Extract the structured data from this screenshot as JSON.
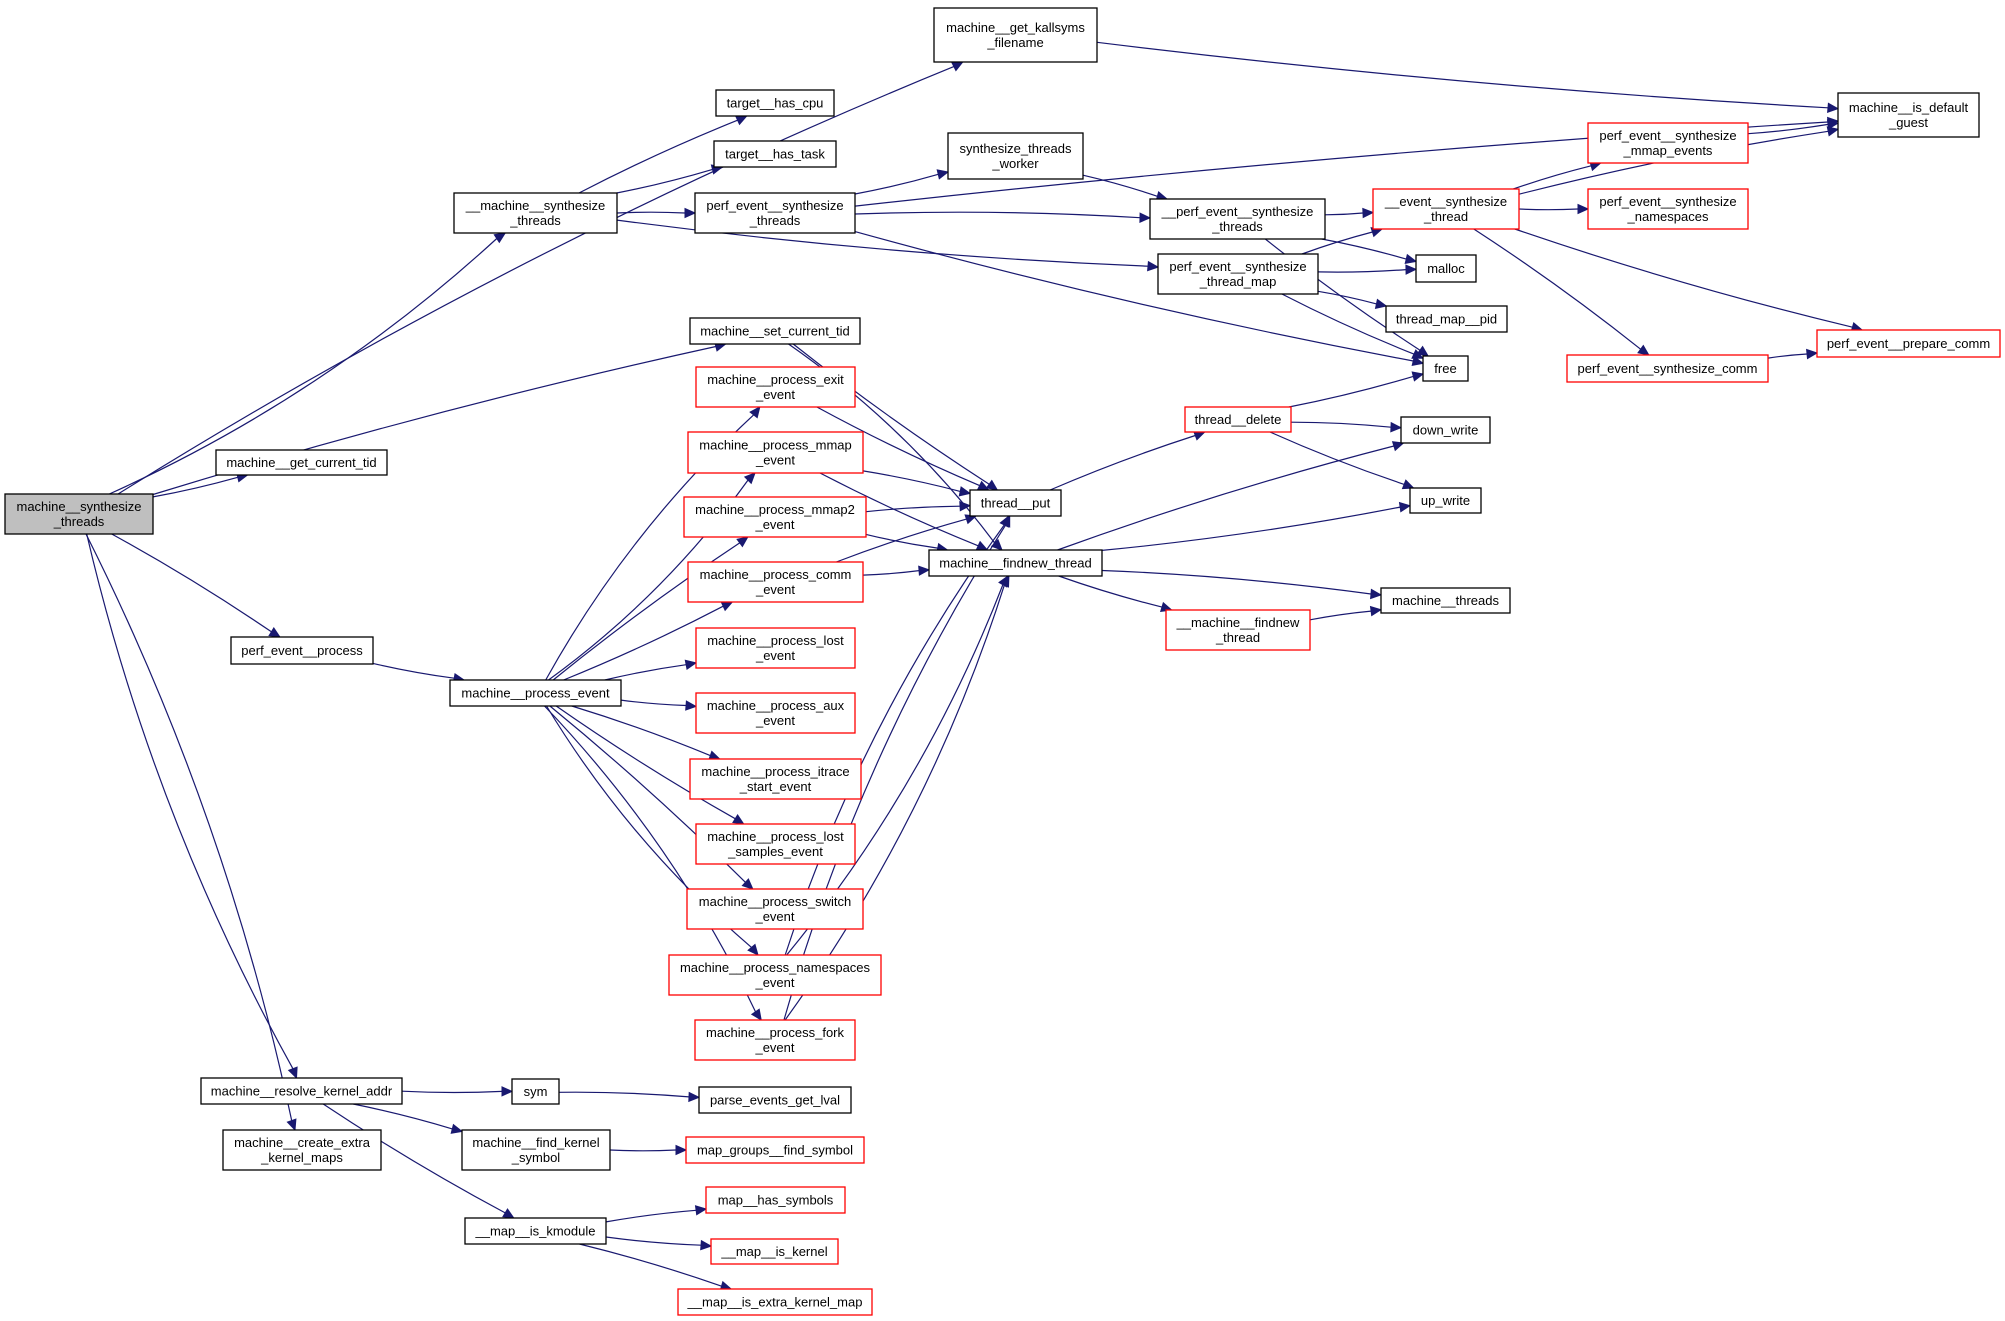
{
  "diagram": {
    "title": "machine__synthesize_threads call graph",
    "colors": {
      "edge": "#191970",
      "root_fill": "#bfbfbf",
      "normal_border": "#000000",
      "truncated_border": "#ff0000",
      "node_fill": "#ffffff"
    },
    "nodes": [
      {
        "id": "machine__synthesize_threads",
        "lines": [
          "machine__synthesize",
          "_threads"
        ],
        "kind": "root"
      },
      {
        "id": "machine__get_kallsyms_filename",
        "lines": [
          "machine__get_kallsyms",
          "_filename"
        ],
        "kind": "normal"
      },
      {
        "id": "target__has_cpu",
        "lines": [
          "target__has_cpu"
        ],
        "kind": "normal"
      },
      {
        "id": "target__has_task",
        "lines": [
          "target__has_task"
        ],
        "kind": "normal"
      },
      {
        "id": "__machine__synthesize_threads",
        "lines": [
          "__machine__synthesize",
          "_threads"
        ],
        "kind": "normal"
      },
      {
        "id": "perf_event__synthesize_threads",
        "lines": [
          "perf_event__synthesize",
          "_threads"
        ],
        "kind": "normal"
      },
      {
        "id": "synthesize_threads_worker",
        "lines": [
          "synthesize_threads",
          "_worker"
        ],
        "kind": "normal"
      },
      {
        "id": "__perf_event__synthesize_threads",
        "lines": [
          "__perf_event__synthesize",
          "_threads"
        ],
        "kind": "normal"
      },
      {
        "id": "perf_event__synthesize_thread_map",
        "lines": [
          "perf_event__synthesize",
          "_thread_map"
        ],
        "kind": "normal"
      },
      {
        "id": "__event__synthesize_thread",
        "lines": [
          "__event__synthesize",
          "_thread"
        ],
        "kind": "truncated"
      },
      {
        "id": "perf_event__synthesize_mmap_events",
        "lines": [
          "perf_event__synthesize",
          "_mmap_events"
        ],
        "kind": "truncated"
      },
      {
        "id": "perf_event__synthesize_namespaces",
        "lines": [
          "perf_event__synthesize",
          "_namespaces"
        ],
        "kind": "truncated"
      },
      {
        "id": "machine__is_default_guest",
        "lines": [
          "machine__is_default",
          "_guest"
        ],
        "kind": "normal"
      },
      {
        "id": "malloc",
        "lines": [
          "malloc"
        ],
        "kind": "normal"
      },
      {
        "id": "thread_map__pid",
        "lines": [
          "thread_map__pid"
        ],
        "kind": "normal"
      },
      {
        "id": "free",
        "lines": [
          "free"
        ],
        "kind": "normal"
      },
      {
        "id": "perf_event__synthesize_comm",
        "lines": [
          "perf_event__synthesize_comm"
        ],
        "kind": "truncated"
      },
      {
        "id": "perf_event__prepare_comm",
        "lines": [
          "perf_event__prepare_comm"
        ],
        "kind": "truncated"
      },
      {
        "id": "machine__set_current_tid",
        "lines": [
          "machine__set_current_tid"
        ],
        "kind": "normal"
      },
      {
        "id": "machine__get_current_tid",
        "lines": [
          "machine__get_current_tid"
        ],
        "kind": "normal"
      },
      {
        "id": "machine__process_exit_event",
        "lines": [
          "machine__process_exit",
          "_event"
        ],
        "kind": "truncated"
      },
      {
        "id": "machine__process_mmap_event",
        "lines": [
          "machine__process_mmap",
          "_event"
        ],
        "kind": "truncated"
      },
      {
        "id": "machine__process_mmap2_event",
        "lines": [
          "machine__process_mmap2",
          "_event"
        ],
        "kind": "truncated"
      },
      {
        "id": "machine__process_comm_event",
        "lines": [
          "machine__process_comm",
          "_event"
        ],
        "kind": "truncated"
      },
      {
        "id": "machine__process_lost_event",
        "lines": [
          "machine__process_lost",
          "_event"
        ],
        "kind": "truncated"
      },
      {
        "id": "machine__process_aux_event",
        "lines": [
          "machine__process_aux",
          "_event"
        ],
        "kind": "truncated"
      },
      {
        "id": "machine__process_itrace_start_event",
        "lines": [
          "machine__process_itrace",
          "_start_event"
        ],
        "kind": "truncated"
      },
      {
        "id": "machine__process_lost_samples_event",
        "lines": [
          "machine__process_lost",
          "_samples_event"
        ],
        "kind": "truncated"
      },
      {
        "id": "machine__process_switch_event",
        "lines": [
          "machine__process_switch",
          "_event"
        ],
        "kind": "truncated"
      },
      {
        "id": "machine__process_namespaces_event",
        "lines": [
          "machine__process_namespaces",
          "_event"
        ],
        "kind": "truncated"
      },
      {
        "id": "machine__process_fork_event",
        "lines": [
          "machine__process_fork",
          "_event"
        ],
        "kind": "truncated"
      },
      {
        "id": "thread__put",
        "lines": [
          "thread__put"
        ],
        "kind": "normal"
      },
      {
        "id": "machine__findnew_thread",
        "lines": [
          "machine__findnew_thread"
        ],
        "kind": "normal"
      },
      {
        "id": "thread__delete",
        "lines": [
          "thread__delete"
        ],
        "kind": "truncated"
      },
      {
        "id": "down_write",
        "lines": [
          "down_write"
        ],
        "kind": "normal"
      },
      {
        "id": "up_write",
        "lines": [
          "up_write"
        ],
        "kind": "normal"
      },
      {
        "id": "machine__threads",
        "lines": [
          "machine__threads"
        ],
        "kind": "normal"
      },
      {
        "id": "__machine__findnew_thread",
        "lines": [
          "__machine__findnew",
          "_thread"
        ],
        "kind": "truncated"
      },
      {
        "id": "perf_event__process",
        "lines": [
          "perf_event__process"
        ],
        "kind": "normal"
      },
      {
        "id": "machine__process_event",
        "lines": [
          "machine__process_event"
        ],
        "kind": "normal"
      },
      {
        "id": "machine__resolve_kernel_addr",
        "lines": [
          "machine__resolve_kernel_addr"
        ],
        "kind": "normal"
      },
      {
        "id": "sym",
        "lines": [
          "sym"
        ],
        "kind": "normal"
      },
      {
        "id": "parse_events_get_lval",
        "lines": [
          "parse_events_get_lval"
        ],
        "kind": "normal"
      },
      {
        "id": "machine__create_extra_kernel_maps",
        "lines": [
          "machine__create_extra",
          "_kernel_maps"
        ],
        "kind": "normal"
      },
      {
        "id": "machine__find_kernel_symbol",
        "lines": [
          "machine__find_kernel",
          "_symbol"
        ],
        "kind": "normal"
      },
      {
        "id": "map_groups__find_symbol",
        "lines": [
          "map_groups__find_symbol"
        ],
        "kind": "truncated"
      },
      {
        "id": "__map__is_kmodule",
        "lines": [
          "__map__is_kmodule"
        ],
        "kind": "normal"
      },
      {
        "id": "map__has_symbols",
        "lines": [
          "map__has_symbols"
        ],
        "kind": "truncated"
      },
      {
        "id": "__map__is_kernel",
        "lines": [
          "__map__is_kernel"
        ],
        "kind": "truncated"
      },
      {
        "id": "__map__is_extra_kernel_map",
        "lines": [
          "__map__is_extra_kernel_map"
        ],
        "kind": "truncated"
      }
    ],
    "edges": [
      [
        "machine__synthesize_threads",
        "machine__get_kallsyms_filename"
      ],
      [
        "machine__synthesize_threads",
        "__machine__synthesize_threads"
      ],
      [
        "machine__synthesize_threads",
        "machine__set_current_tid"
      ],
      [
        "machine__synthesize_threads",
        "machine__get_current_tid"
      ],
      [
        "machine__synthesize_threads",
        "perf_event__process"
      ],
      [
        "machine__synthesize_threads",
        "machine__resolve_kernel_addr"
      ],
      [
        "machine__synthesize_threads",
        "machine__create_extra_kernel_maps"
      ],
      [
        "machine__get_kallsyms_filename",
        "machine__is_default_guest"
      ],
      [
        "__machine__synthesize_threads",
        "target__has_cpu"
      ],
      [
        "__machine__synthesize_threads",
        "target__has_task"
      ],
      [
        "__machine__synthesize_threads",
        "perf_event__synthesize_threads"
      ],
      [
        "__machine__synthesize_threads",
        "perf_event__synthesize_thread_map"
      ],
      [
        "perf_event__synthesize_threads",
        "machine__is_default_guest"
      ],
      [
        "perf_event__synthesize_threads",
        "synthesize_threads_worker"
      ],
      [
        "perf_event__synthesize_threads",
        "__perf_event__synthesize_threads"
      ],
      [
        "perf_event__synthesize_threads",
        "free"
      ],
      [
        "synthesize_threads_worker",
        "__perf_event__synthesize_threads"
      ],
      [
        "__perf_event__synthesize_threads",
        "__event__synthesize_thread"
      ],
      [
        "__perf_event__synthesize_threads",
        "malloc"
      ],
      [
        "__perf_event__synthesize_threads",
        "free"
      ],
      [
        "perf_event__synthesize_thread_map",
        "__event__synthesize_thread"
      ],
      [
        "perf_event__synthesize_thread_map",
        "malloc"
      ],
      [
        "perf_event__synthesize_thread_map",
        "thread_map__pid"
      ],
      [
        "perf_event__synthesize_thread_map",
        "free"
      ],
      [
        "__event__synthesize_thread",
        "perf_event__synthesize_mmap_events"
      ],
      [
        "__event__synthesize_thread",
        "perf_event__synthesize_namespaces"
      ],
      [
        "__event__synthesize_thread",
        "machine__is_default_guest"
      ],
      [
        "__event__synthesize_thread",
        "perf_event__prepare_comm"
      ],
      [
        "__event__synthesize_thread",
        "perf_event__synthesize_comm"
      ],
      [
        "perf_event__synthesize_mmap_events",
        "machine__is_default_guest"
      ],
      [
        "perf_event__synthesize_comm",
        "perf_event__prepare_comm"
      ],
      [
        "machine__set_current_tid",
        "thread__put"
      ],
      [
        "machine__set_current_tid",
        "machine__findnew_thread"
      ],
      [
        "machine__process_exit_event",
        "thread__put"
      ],
      [
        "machine__process_mmap_event",
        "thread__put"
      ],
      [
        "machine__process_mmap_event",
        "machine__findnew_thread"
      ],
      [
        "machine__process_mmap2_event",
        "thread__put"
      ],
      [
        "machine__process_mmap2_event",
        "machine__findnew_thread"
      ],
      [
        "machine__process_comm_event",
        "thread__put"
      ],
      [
        "machine__process_comm_event",
        "machine__findnew_thread"
      ],
      [
        "machine__process_namespaces_event",
        "thread__put"
      ],
      [
        "machine__process_namespaces_event",
        "machine__findnew_thread"
      ],
      [
        "machine__process_fork_event",
        "thread__put"
      ],
      [
        "machine__process_fork_event",
        "machine__findnew_thread"
      ],
      [
        "thread__put",
        "thread__delete"
      ],
      [
        "thread__delete",
        "free"
      ],
      [
        "thread__delete",
        "down_write"
      ],
      [
        "thread__delete",
        "up_write"
      ],
      [
        "machine__findnew_thread",
        "down_write"
      ],
      [
        "machine__findnew_thread",
        "up_write"
      ],
      [
        "machine__findnew_thread",
        "machine__threads"
      ],
      [
        "machine__findnew_thread",
        "__machine__findnew_thread"
      ],
      [
        "__machine__findnew_thread",
        "machine__threads"
      ],
      [
        "perf_event__process",
        "machine__process_event"
      ],
      [
        "machine__process_event",
        "machine__process_exit_event"
      ],
      [
        "machine__process_event",
        "machine__process_mmap_event"
      ],
      [
        "machine__process_event",
        "machine__process_mmap2_event"
      ],
      [
        "machine__process_event",
        "machine__process_comm_event"
      ],
      [
        "machine__process_event",
        "machine__process_lost_event"
      ],
      [
        "machine__process_event",
        "machine__process_aux_event"
      ],
      [
        "machine__process_event",
        "machine__process_itrace_start_event"
      ],
      [
        "machine__process_event",
        "machine__process_lost_samples_event"
      ],
      [
        "machine__process_event",
        "machine__process_switch_event"
      ],
      [
        "machine__process_event",
        "machine__process_namespaces_event"
      ],
      [
        "machine__process_event",
        "machine__process_fork_event"
      ],
      [
        "machine__resolve_kernel_addr",
        "sym"
      ],
      [
        "machine__resolve_kernel_addr",
        "machine__find_kernel_symbol"
      ],
      [
        "machine__resolve_kernel_addr",
        "__map__is_kmodule"
      ],
      [
        "sym",
        "parse_events_get_lval"
      ],
      [
        "machine__find_kernel_symbol",
        "map_groups__find_symbol"
      ],
      [
        "__map__is_kmodule",
        "map__has_symbols"
      ],
      [
        "__map__is_kmodule",
        "__map__is_kernel"
      ],
      [
        "__map__is_kmodule",
        "__map__is_extra_kernel_map"
      ]
    ]
  }
}
